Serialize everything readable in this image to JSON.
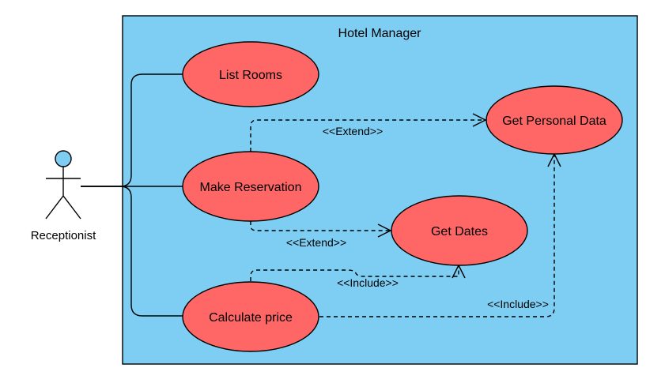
{
  "diagram": {
    "system_title": "Hotel Manager",
    "actor": {
      "name": "Receptionist",
      "icon": "stick-figure-icon",
      "head_color": "#7ecef4"
    },
    "use_cases": {
      "list_rooms": "List Rooms",
      "make_reservation": "Make Reservation",
      "calculate_price": "Calculate price",
      "get_personal_data": "Get Personal Data",
      "get_dates": "Get Dates"
    },
    "relations": {
      "extend_personal_data": "<<Extend>>",
      "extend_dates": "<<Extend>>",
      "include_dates": "<<Include>>",
      "include_personal_data": "<<Include>>"
    },
    "colors": {
      "system_fill": "#7ecef4",
      "use_case_fill": "#ff6666",
      "stroke": "#000000"
    }
  }
}
